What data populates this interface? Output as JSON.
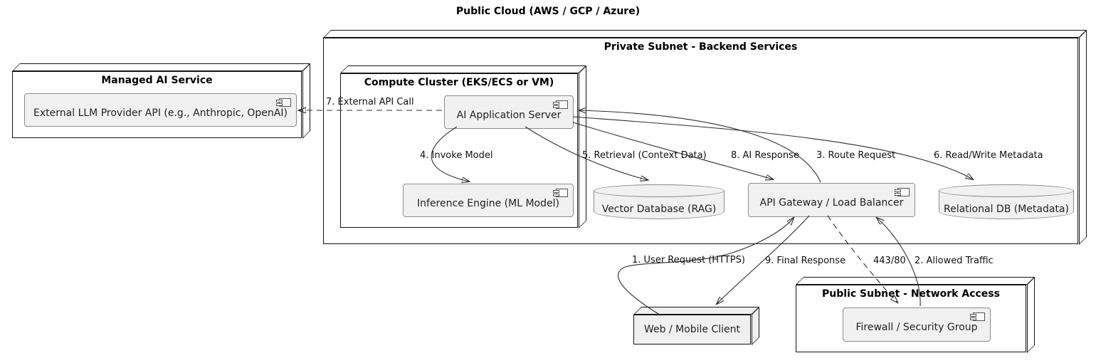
{
  "title": "Public Cloud (AWS / GCP / Azure)",
  "groups": {
    "managed_ai": {
      "title": "Managed AI Service"
    },
    "private_subnet": {
      "title": "Private Subnet - Backend Services"
    },
    "compute_cluster": {
      "title": "Compute Cluster (EKS/ECS or VM)"
    },
    "public_subnet": {
      "title": "Public Subnet - Network Access"
    }
  },
  "components": {
    "external_llm": {
      "label": "External LLM Provider API (e.g., Anthropic, OpenAI)"
    },
    "ai_app_server": {
      "label": "AI Application Server"
    },
    "inference_engine": {
      "label": "Inference Engine (ML Model)"
    },
    "api_gateway": {
      "label": "API Gateway / Load Balancer"
    },
    "firewall": {
      "label": "Firewall / Security Group"
    }
  },
  "databases": {
    "vector_db": {
      "label": "Vector Database (RAG)"
    },
    "relational_db": {
      "label": "Relational DB (Metadata)"
    }
  },
  "nodes": {
    "web_client": {
      "label": "Web / Mobile Client"
    }
  },
  "edges": [
    {
      "id": "user-request",
      "label": "1. User Request (HTTPS)",
      "from": "web_client",
      "to": "api_gateway",
      "style": "solid"
    },
    {
      "id": "allowed-traffic",
      "label": "2. Allowed Traffic",
      "from": "firewall",
      "to": "api_gateway",
      "style": "solid"
    },
    {
      "id": "route-request",
      "label": "3. Route Request",
      "from": "api_gateway",
      "to": "ai_app_server",
      "style": "solid"
    },
    {
      "id": "invoke-model",
      "label": "4. Invoke Model",
      "from": "ai_app_server",
      "to": "inference_engine",
      "style": "solid"
    },
    {
      "id": "retrieval",
      "label": "5. Retrieval (Context Data)",
      "from": "ai_app_server",
      "to": "vector_db",
      "style": "solid"
    },
    {
      "id": "read-write-metadata",
      "label": "6. Read/Write Metadata",
      "from": "ai_app_server",
      "to": "relational_db",
      "style": "solid"
    },
    {
      "id": "external-api-call",
      "label": "7. External API Call",
      "from": "ai_app_server",
      "to": "external_llm",
      "style": "dashed"
    },
    {
      "id": "ai-response",
      "label": "8. AI Response",
      "from": "ai_app_server",
      "to": "api_gateway",
      "style": "solid"
    },
    {
      "id": "final-response",
      "label": "9. Final Response",
      "from": "api_gateway",
      "to": "web_client",
      "style": "solid"
    },
    {
      "id": "allowed-ports",
      "label": "443/80",
      "from": "api_gateway",
      "to": "firewall",
      "style": "dashed"
    }
  ],
  "colors": {
    "background": "#ffffff",
    "node_border": "#141414",
    "component_fill": "#f1f1f1",
    "component_border": "#8c8c8c",
    "edge": "#2e2e2e",
    "text": "#222222"
  }
}
